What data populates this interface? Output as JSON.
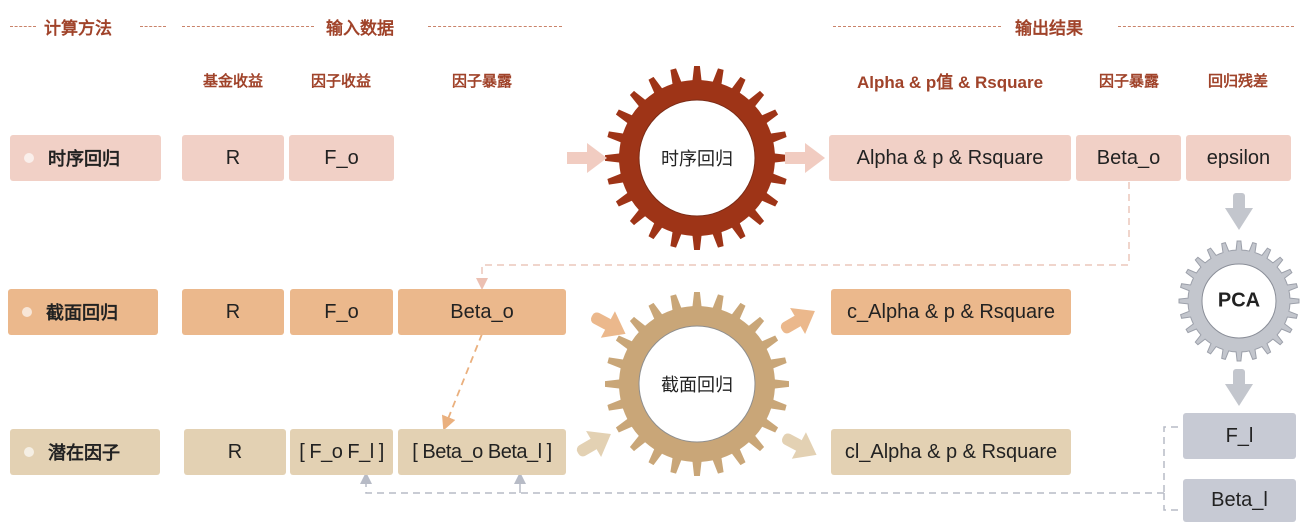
{
  "sections": {
    "method": "计算方法",
    "input": "输入数据",
    "output": "输出结果"
  },
  "column_headers": {
    "fund_return": "基金收益",
    "factor_return": "因子收益",
    "factor_exposure_in": "因子暴露",
    "alpha_p_rsquare": "Alpha & p值 & Rsquare",
    "factor_exposure_out": "因子暴露",
    "residual": "回归残差"
  },
  "rows": [
    {
      "method": "时序回归",
      "inputs": [
        "R",
        "F_o"
      ],
      "outputs": [
        "Alpha & p & Rsquare",
        "Beta_o",
        "epsilon"
      ]
    },
    {
      "method": "截面回归",
      "inputs": [
        "R",
        "F_o",
        "Beta_o"
      ],
      "outputs": [
        "c_Alpha & p & Rsquare"
      ]
    },
    {
      "method": "潜在因子",
      "inputs": [
        "R",
        "[ F_o F_l ]",
        "[ Beta_o Beta_l ]"
      ],
      "outputs": [
        "cl_Alpha & p & Rsquare"
      ]
    }
  ],
  "gears": {
    "time_series": {
      "label": "时序回归",
      "color": "#9e3417"
    },
    "cross_section": {
      "label": "截面回归",
      "color": "#c9a678"
    },
    "pca": {
      "label": "PCA",
      "color": "#c3c6cd"
    }
  },
  "pca_outputs": [
    "F_l",
    "Beta_l"
  ],
  "colors": {
    "title": "#a0432a",
    "row1": "#f1d0c6",
    "row2": "#ebb88c",
    "row3": "#e3d1b3",
    "gray": "#c7cad4"
  }
}
